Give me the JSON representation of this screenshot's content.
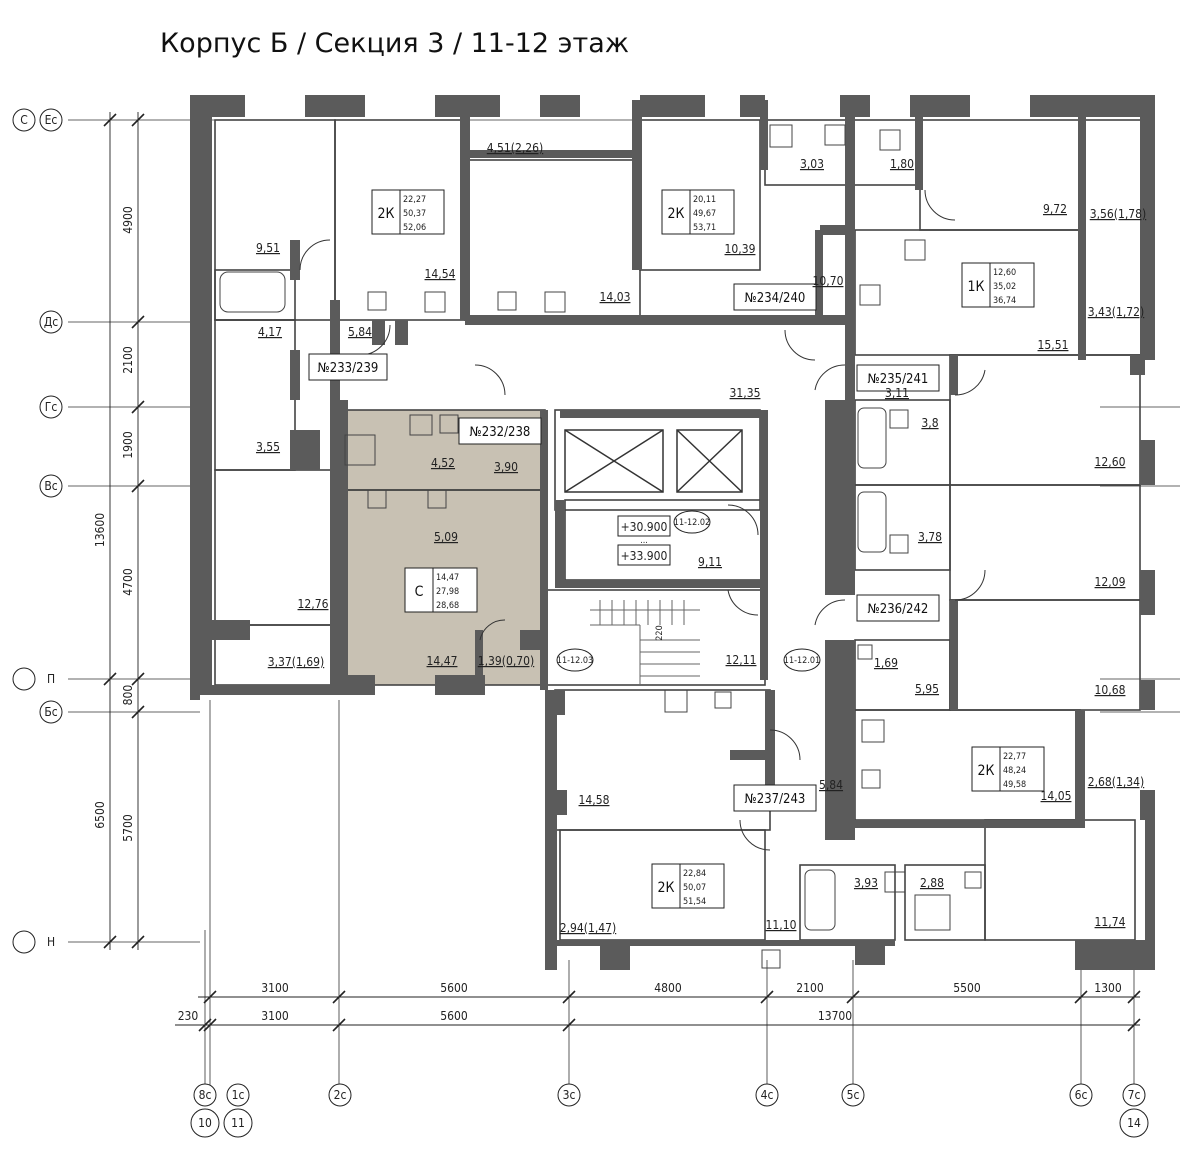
{
  "title": "Корпус Б / Секция 3 / 11-12 этаж",
  "axes_left": [
    {
      "a": "С",
      "b": "Ес"
    },
    {
      "a": "",
      "b": "Дс"
    },
    {
      "a": "",
      "b": "Гс"
    },
    {
      "a": "",
      "b": "Вс"
    },
    {
      "a": "",
      "b": "П"
    },
    {
      "a": "",
      "b": "Бс"
    },
    {
      "a": "",
      "b": "Н"
    }
  ],
  "dims_left_outer": [
    "13600",
    "6500"
  ],
  "dims_left_inner": [
    "4900",
    "2100",
    "1900",
    "4700",
    "800",
    "5700"
  ],
  "dims_bottom_top": [
    "3100",
    "5600",
    "4800",
    "2100",
    "5500",
    "1300"
  ],
  "dims_bottom_bottom": [
    "230",
    "3100",
    "5600",
    "13700"
  ],
  "axes_bottom": [
    "8с",
    "1с",
    "2с",
    "3с",
    "4с",
    "5с",
    "6с",
    "7с"
  ],
  "axes_bottom_sub": [
    "10",
    "11",
    "14"
  ],
  "apartments": [
    {
      "type": "2К",
      "a": "22,27",
      "b": "50,37",
      "c": "52,06"
    },
    {
      "type": "2К",
      "a": "20,11",
      "b": "49,67",
      "c": "53,71"
    },
    {
      "type": "1К",
      "a": "12,60",
      "b": "35,02",
      "c": "36,74"
    },
    {
      "type": "С",
      "a": "14,47",
      "b": "27,98",
      "c": "28,68"
    },
    {
      "type": "2К",
      "a": "22,77",
      "b": "48,24",
      "c": "49,58"
    },
    {
      "type": "2К",
      "a": "22,84",
      "b": "50,07",
      "c": "51,54"
    }
  ],
  "unit_tags": [
    "№233/239",
    "№234/240",
    "№235/241",
    "№232/238",
    "№236/242",
    "№237/243"
  ],
  "areas": [
    "9,51",
    "14,54",
    "4,51(2,26)",
    "14,03",
    "10,39",
    "3,03",
    "1,80",
    "9,72",
    "3,56(1,78)",
    "10,70",
    "15,51",
    "3,43(1,72)",
    "4,17",
    "5,84",
    "3,55",
    "4,52",
    "3,90",
    "31,35",
    "3,11",
    "3,8",
    "12,60",
    "5,09",
    "9,11",
    "3,78",
    "12,09",
    "12,76",
    "14,47",
    "1,39(0,70)",
    "12,11",
    "1,69",
    "5,95",
    "10,68",
    "3,37(1,69)",
    "5,84",
    "14,05",
    "2,68(1,34)",
    "14,58",
    "3,93",
    "2,88",
    "11,10",
    "2,94(1,47)",
    "11,74"
  ],
  "levels": [
    "+30.900",
    "...",
    "+33.900"
  ],
  "tags": [
    "11-12.02",
    "11-12.03",
    "11-12.01"
  ],
  "stair_label": "220",
  "colors": {
    "wall": "#5a5a5a",
    "highlight": "#c7c0b2",
    "line": "#222222"
  }
}
